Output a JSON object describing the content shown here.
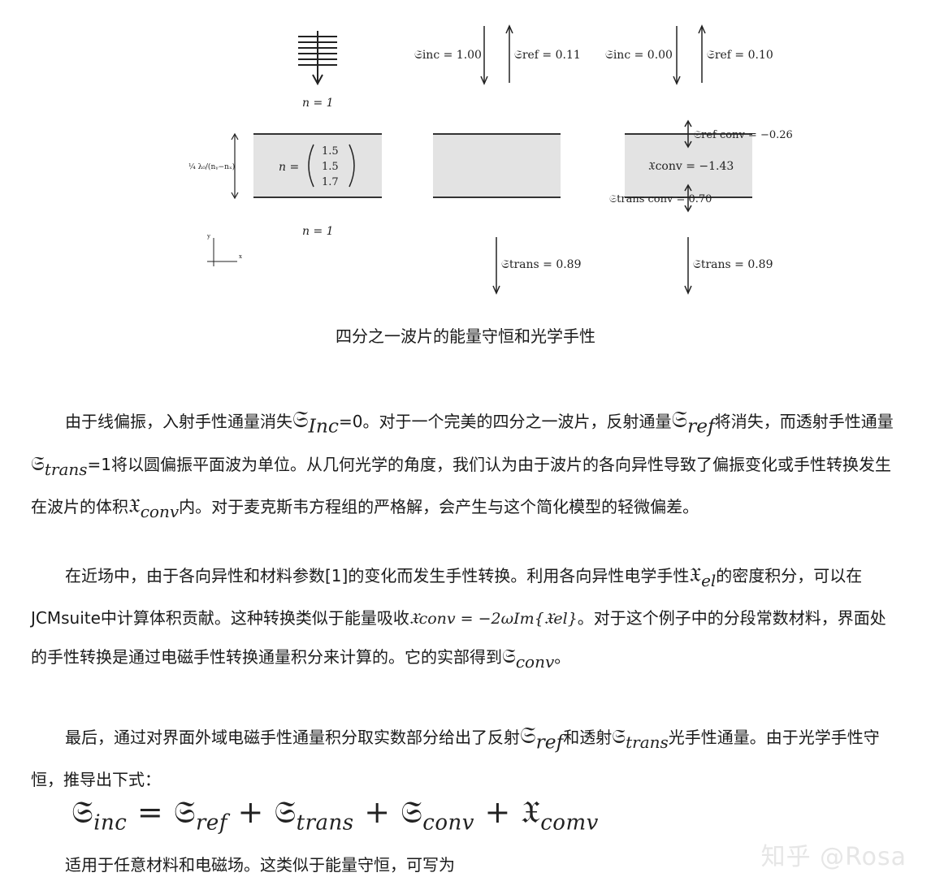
{
  "figure": {
    "incident_labels": {
      "s_inc_1": "𝔖inc = 1.00",
      "s_ref_1": "𝔖ref = 0.11",
      "s_inc_2": "𝔖inc = 0.00",
      "s_ref_2": "𝔖ref = 0.10"
    },
    "n_top": "n = 1",
    "n_bottom": "n = 1",
    "n_matrix_label": "n =",
    "n_matrix_values": [
      "1.5",
      "1.5",
      "1.7"
    ],
    "thickness_label": "¼ λ₀/(nᵧ−nₓ)",
    "conv_labels": {
      "ref_conv": "𝔖ref conv = −0.26",
      "x_conv": "𝔛conv = −1.43",
      "trans_conv": "𝔖trans conv = 0.70"
    },
    "trans_labels": {
      "s_trans_1": "𝔖trans = 0.89",
      "s_trans_2": "𝔖trans = 0.89"
    },
    "axis_labels": {
      "y": "y",
      "x": "x"
    }
  },
  "caption": "四分之一波片的能量守恒和光学手性",
  "paragraph1": {
    "t1": "由于线偏振，入射手性通量消失",
    "m1": "𝔖",
    "m1sub": "Inc",
    "t2": "=0。对于一个完美的四分之一波片，反射通量",
    "m2": "𝔖",
    "m2sub": "ref",
    "t3": "将消失，而透射手性通量",
    "m3": "𝔖",
    "m3sub": "trans",
    "t4": "=1将以圆偏振平面波为单位。从几何光学的角度，我们认为由于波片的各向异性导致了偏振变化或手性转换发生在波片的体积",
    "m4": "𝔛",
    "m4sub": "conv",
    "t5": "内。对于麦克斯韦方程组的严格解，会产生与这个简化模型的轻微偏差。"
  },
  "paragraph2": {
    "t1": "在近场中，由于各向异性和材料参数[1]的变化而发生手性转换。利用各向异性电学手性",
    "m1": "𝔛",
    "m1sub": "el",
    "t2": "的密度积分，可以在JCMsuite中计算体积贡献。这种转换类似于能量吸收",
    "m2": "𝔛conv = −2ωIm{𝔛el}",
    "t3": "。对于这个例子中的分段常数材料，界面处的手性转换是通过电磁手性转换通量积分来计算的。它的实部得到",
    "m3": "𝔖",
    "m3sub": "conv",
    "t4": "。"
  },
  "paragraph3": {
    "t1": "最后，通过对界面外域电磁手性通量积分取实数部分给出了反射",
    "m1": "𝔖",
    "m1sub": "ref",
    "t2": "和透射",
    "m2": "𝔖",
    "m2sub": "trans",
    "t3": "光手性通量。由于光学手性守恒，推导出下式："
  },
  "equation": {
    "lhs": "𝔖",
    "lhs_sub": "inc",
    "eq": " = ",
    "a": "𝔖",
    "a_sub": "ref",
    "plus1": " + ",
    "b": "𝔖",
    "b_sub": "trans",
    "plus2": " + ",
    "c": "𝔖",
    "c_sub": "conv",
    "plus3": " + ",
    "d": "𝔛",
    "d_sub": "comv"
  },
  "final_line": "适用于任意材料和电磁场。这类似于能量守恒，可写为",
  "watermark": "知乎 @Rosa"
}
